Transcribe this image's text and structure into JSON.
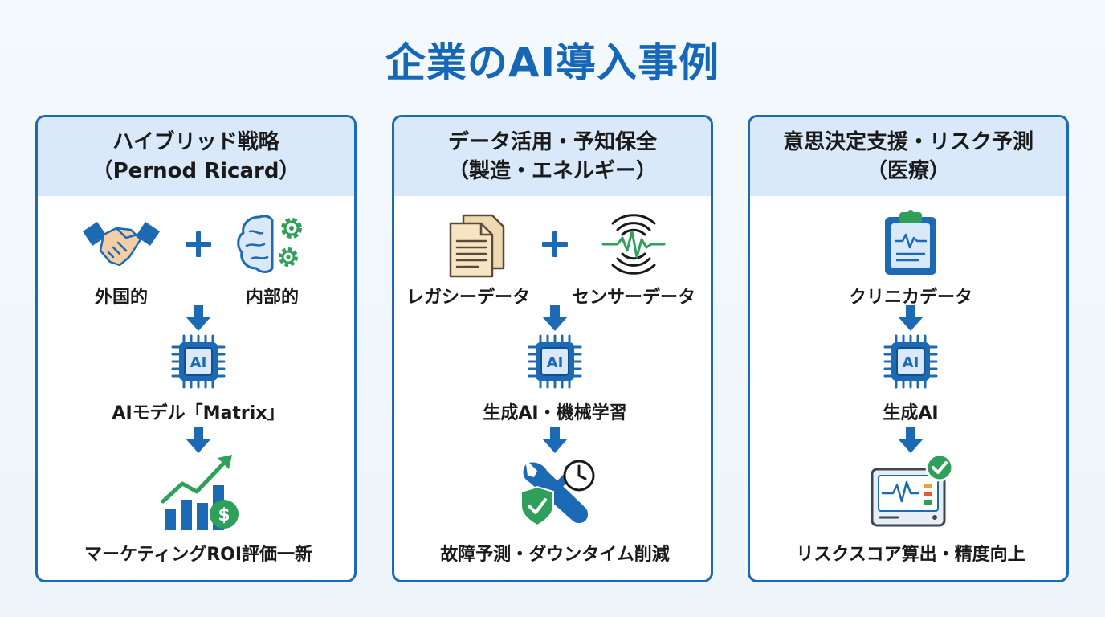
{
  "title": "企業のAI導入事例",
  "panels": [
    {
      "heading_line1": "ハイブリッド戦略",
      "heading_line2": "（Pernod Ricard）",
      "input_left": "外国的",
      "input_right": "内部的",
      "ai_chip_text": "AI",
      "model": "AIモデル「Matrix」",
      "outcome": "マーケティングROI評価一新"
    },
    {
      "heading_line1": "データ活用・予知保全",
      "heading_line2": "（製造・エネルギー）",
      "input_left": "レガシーデータ",
      "input_right": "センサーデータ",
      "ai_chip_text": "AI",
      "model": "生成AI・機械学習",
      "outcome": "故障予測・ダウンタイム削減"
    },
    {
      "heading_line1": "意思決定支援・リスク予測",
      "heading_line2": "（医療）",
      "input": "クリニカデータ",
      "ai_chip_text": "AI",
      "model": "生成AI",
      "outcome": "リスクスコア算出・精度向上"
    }
  ],
  "colors": {
    "primary_blue": "#1c69b4",
    "header_fill": "#d9e9f9",
    "accent_green": "#2ea05a",
    "title_blue": "#1667b8"
  },
  "icons": {
    "panel1": [
      "handshake-icon",
      "plus-icon",
      "brain-gears-icon",
      "arrow-down-icon",
      "ai-chip-icon",
      "growth-chart-dollar-icon"
    ],
    "panel2": [
      "documents-icon",
      "plus-icon",
      "sensor-wave-icon",
      "arrow-down-icon",
      "ai-chip-icon",
      "wrench-shield-clock-icon"
    ],
    "panel3": [
      "clipboard-ecg-icon",
      "arrow-down-icon",
      "ai-chip-icon",
      "monitor-check-icon"
    ]
  }
}
